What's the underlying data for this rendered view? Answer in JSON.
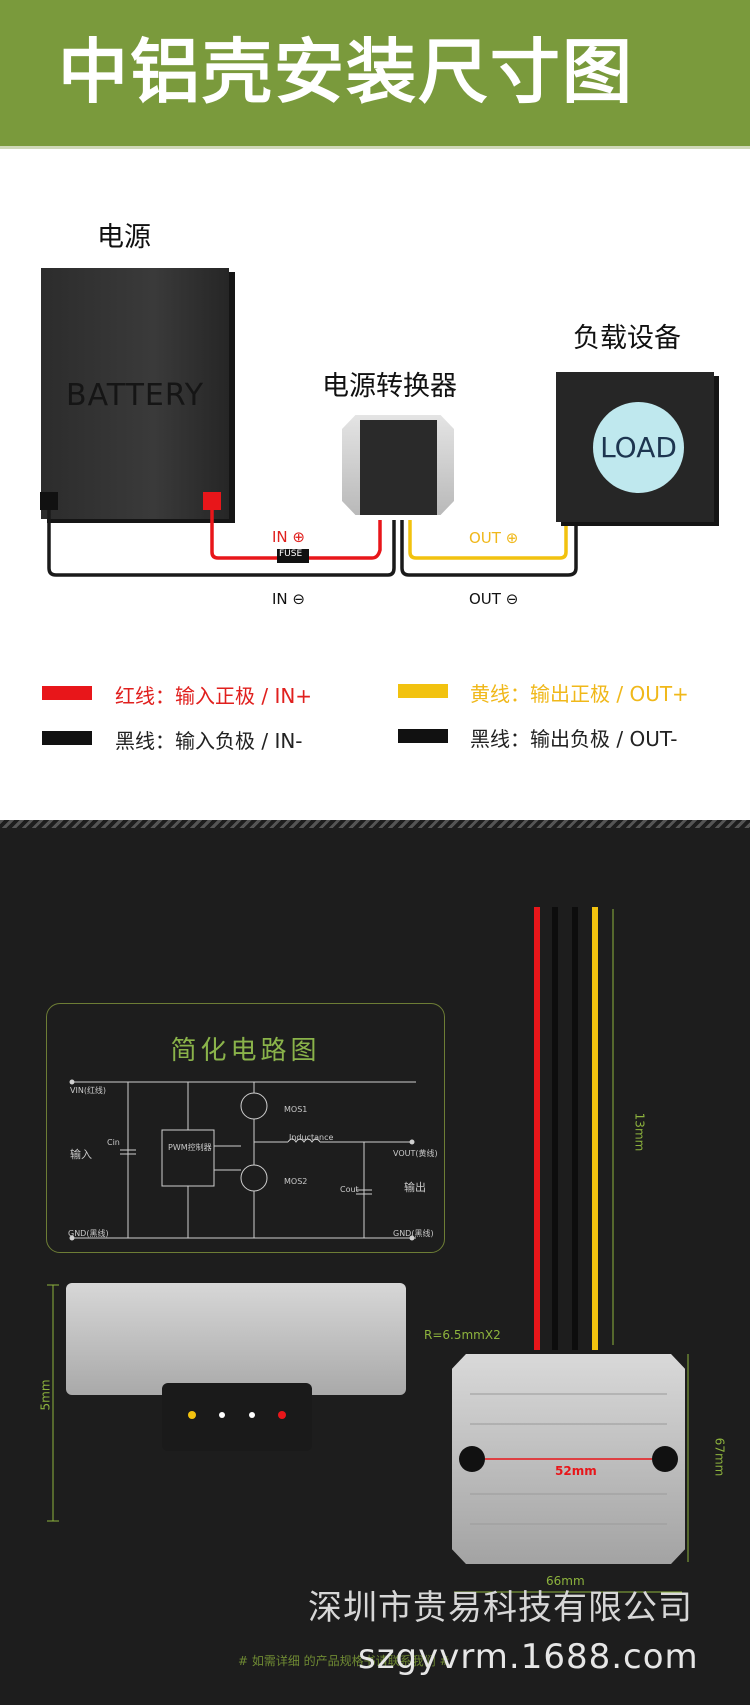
{
  "header": {
    "title": "中铝壳安装尺寸图"
  },
  "wiring": {
    "power_label": "电源",
    "battery_text": "BATTERY",
    "converter_label": "电源转换器",
    "load_device_label": "负载设备",
    "load_text": "LOAD",
    "fuse_label": "FUSE",
    "in_plus": "IN ⊕",
    "in_minus": "IN ⊖",
    "out_plus": "OUT ⊕",
    "out_minus": "OUT ⊖"
  },
  "legend": [
    {
      "text": "红线：输入正极 / IN+",
      "color": "#e8161a",
      "text_color": "#e0201e"
    },
    {
      "text": "黄线：输出正极 / OUT+",
      "color": "#f2c20f",
      "text_color": "#f0b81a"
    },
    {
      "text": "黑线：输入负极 / IN-",
      "color": "#111111",
      "text_color": "#222222"
    },
    {
      "text": "黑线：输出负极 / OUT-",
      "color": "#111111",
      "text_color": "#222222"
    }
  ],
  "circuit": {
    "title": "简化电路图",
    "vin": "VIN(红线)",
    "gnd_left": "GND(黑线)",
    "input": "输入",
    "cin": "Cin",
    "pwm": "PWM控制器",
    "mos1": "MOS1",
    "mos2": "MOS2",
    "inductance": "Inductance",
    "vout": "VOUT(黄线)",
    "cout": "Cout",
    "output": "输出",
    "gnd_right": "GND(黑线)"
  },
  "dimensions": {
    "wire_length": "13mm",
    "hole_radius": "R=6.5mmX2",
    "hole_spacing": "52mm",
    "width": "66mm",
    "height": "67mm",
    "thickness": "5mm"
  },
  "footer": {
    "company": "深圳市贵易科技有限公司",
    "website": "szgyvrm.1688.com",
    "note": "# 如需详细 的产品规格书请联系我们 #"
  },
  "colors": {
    "header_green": "#7a9a3c",
    "wire_red": "#e8161a",
    "wire_yellow": "#f2c20f",
    "accent_green": "#8db33d"
  }
}
